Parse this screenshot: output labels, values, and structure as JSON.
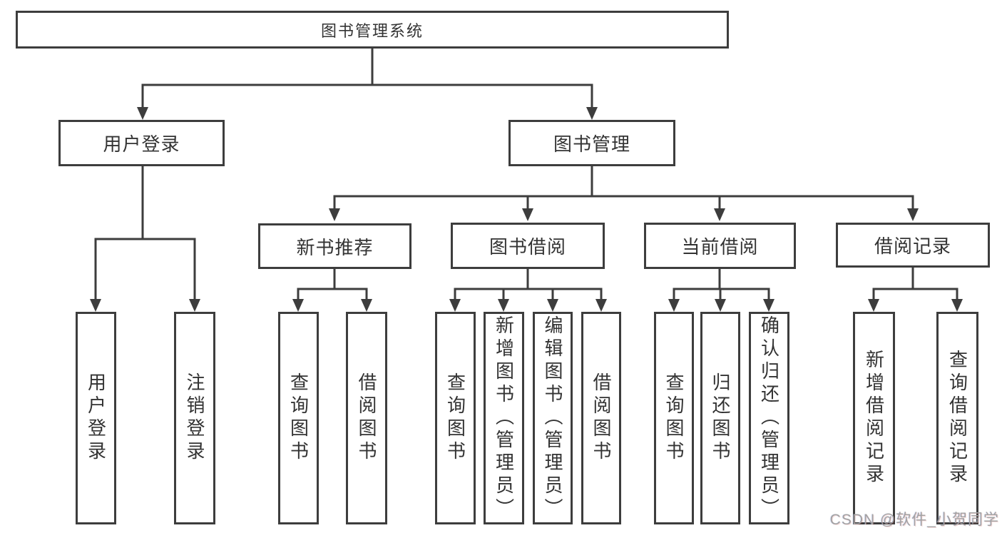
{
  "diagram": {
    "root": {
      "label": "图书管理系统"
    },
    "user_login": {
      "label": "用户登录",
      "children": [
        {
          "label": "用户登录"
        },
        {
          "label": "注销登录"
        }
      ]
    },
    "book_mgmt": {
      "label": "图书管理",
      "children": [
        {
          "label": "新书推荐",
          "children": [
            {
              "label": "查询图书"
            },
            {
              "label": "借阅图书"
            }
          ]
        },
        {
          "label": "图书借阅",
          "children": [
            {
              "label": "查询图书"
            },
            {
              "label": "新增图书（管理员）"
            },
            {
              "label": "编辑图书（管理员）"
            },
            {
              "label": "借阅图书"
            }
          ]
        },
        {
          "label": "当前借阅",
          "children": [
            {
              "label": "查询图书"
            },
            {
              "label": "归还图书"
            },
            {
              "label": "确认归还（管理员）"
            }
          ]
        },
        {
          "label": "借阅记录",
          "children": [
            {
              "label": "新增借阅记录"
            },
            {
              "label": "查询借阅记录"
            }
          ]
        }
      ]
    }
  },
  "watermark": {
    "text": "CSDN @软件_小贺同学"
  },
  "colors": {
    "line": "#3d3d3d",
    "text": "#333333",
    "node_background": "#ffffff",
    "watermark": "#a2a2a2",
    "background": "#ffffff"
  }
}
